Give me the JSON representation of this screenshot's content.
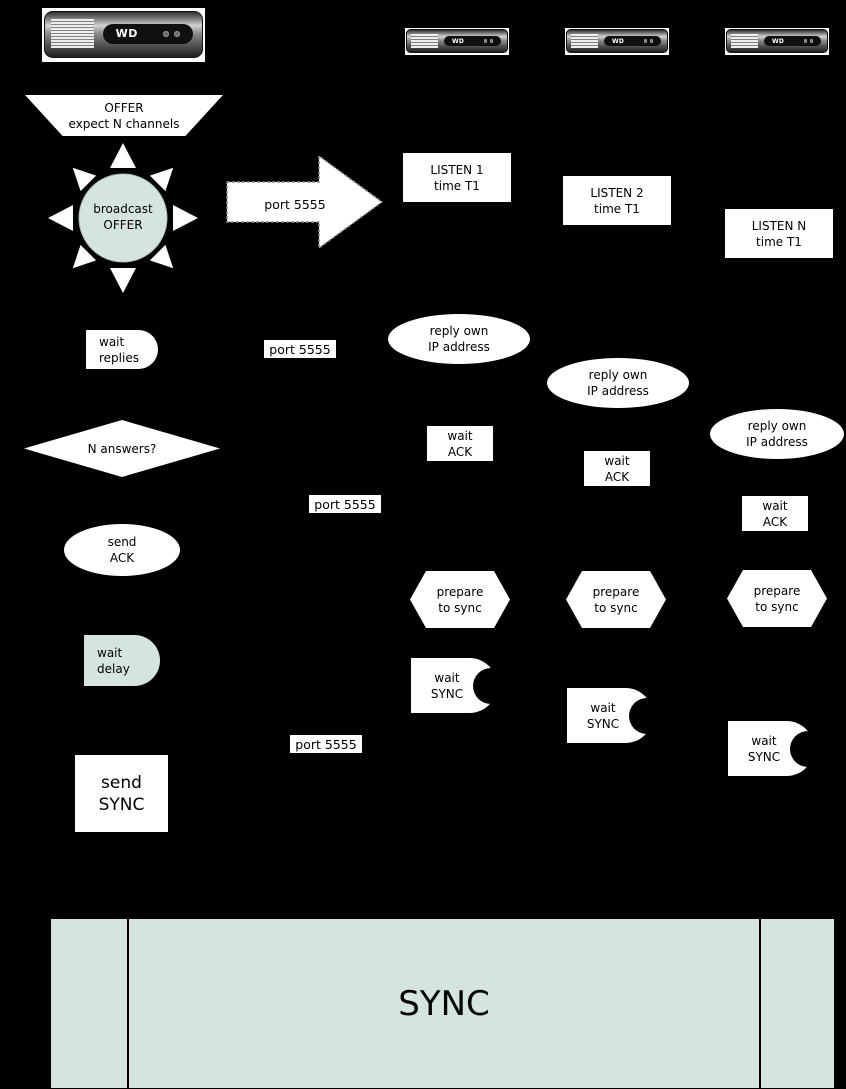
{
  "palette": {
    "background": "#000000",
    "shape_fill": "#ffffff",
    "accent_fill": "#d6e4e0",
    "text": "#000000"
  },
  "devices": {
    "brand": "WD"
  },
  "master": {
    "offer": {
      "line1": "OFFER",
      "line2": "expect N channels"
    },
    "broadcast": {
      "line1": "broadcast",
      "line2": "OFFER"
    },
    "wait_replies": {
      "line1": "wait",
      "line2": "replies"
    },
    "n_answers": {
      "label": "N answers?"
    },
    "send_ack": {
      "line1": "send",
      "line2": "ACK"
    },
    "wait_delay": {
      "line1": "wait",
      "line2": "delay"
    },
    "send_sync": {
      "line1": "send",
      "line2": "SYNC"
    }
  },
  "broadcast_arrow": {
    "label": "port 5555"
  },
  "port_labels": [
    "port 5555",
    "port 5555",
    "port 5555"
  ],
  "clients": {
    "listen": [
      {
        "line1": "LISTEN 1",
        "line2": "time T1"
      },
      {
        "line1": "LISTEN 2",
        "line2": "time T1"
      },
      {
        "line1": "LISTEN N",
        "line2": "time T1"
      }
    ],
    "reply_own": {
      "line1": "reply own",
      "line2": "IP address"
    },
    "wait_ack": {
      "line1": "wait",
      "line2": "ACK"
    },
    "prepare_sync": {
      "line1": "prepare",
      "line2": "to sync"
    },
    "wait_sync": {
      "line1": "wait",
      "line2": "SYNC"
    }
  },
  "footer": {
    "sync": "SYNC"
  }
}
